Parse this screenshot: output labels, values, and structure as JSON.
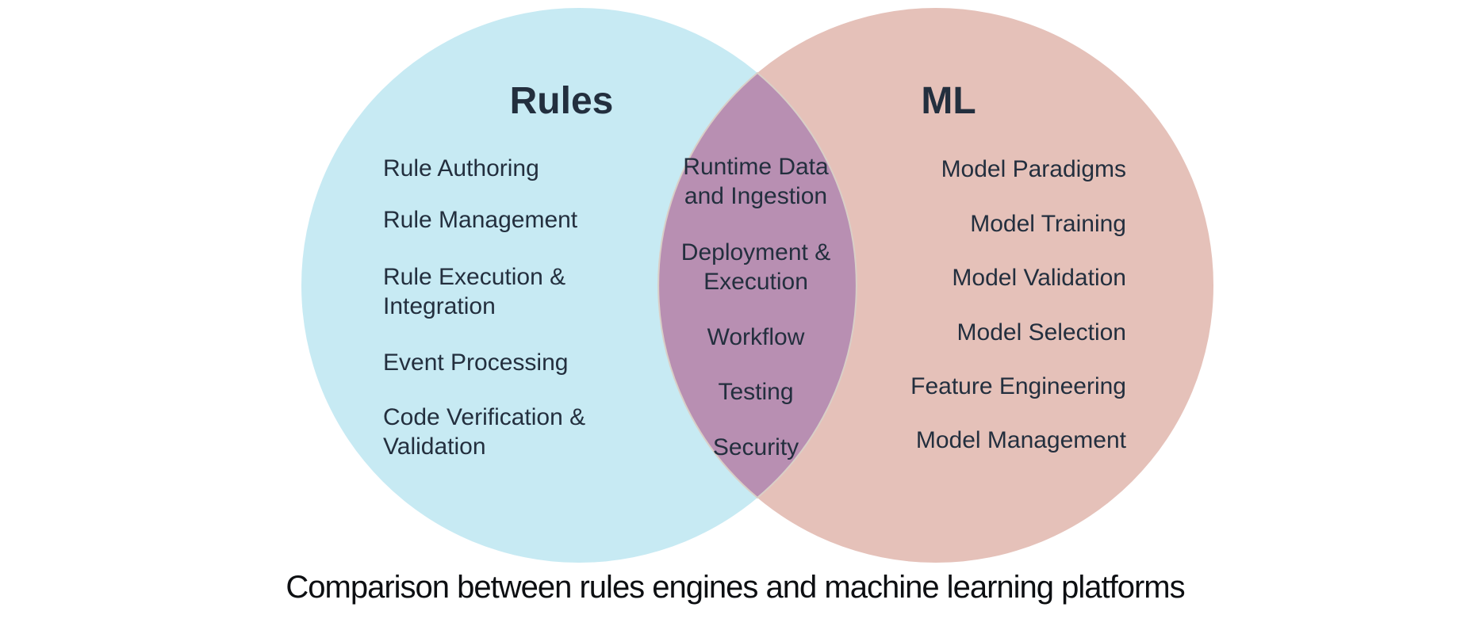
{
  "venn": {
    "left": {
      "title": "Rules",
      "color": "#c7eaf3",
      "items": [
        "Rule Authoring",
        "Rule Management",
        "Rule Execution &\nIntegration",
        "Event Processing",
        "Code Verification &\nValidation"
      ]
    },
    "overlap": {
      "color": "#b88fb2",
      "edge_color": "#d9cfc7",
      "items": [
        "Runtime Data\nand Ingestion",
        "Deployment &\nExecution",
        "Workflow",
        "Testing",
        "Security"
      ]
    },
    "right": {
      "title": "ML",
      "color": "#e5c1b9",
      "items": [
        "Model Paradigms",
        "Model Training",
        "Model Validation",
        "Model Selection",
        "Feature Engineering",
        "Model Management"
      ]
    },
    "text_color": "#232f3e"
  },
  "caption": "Comparison between rules engines and machine learning platforms",
  "caption_color": "#0d0f12"
}
